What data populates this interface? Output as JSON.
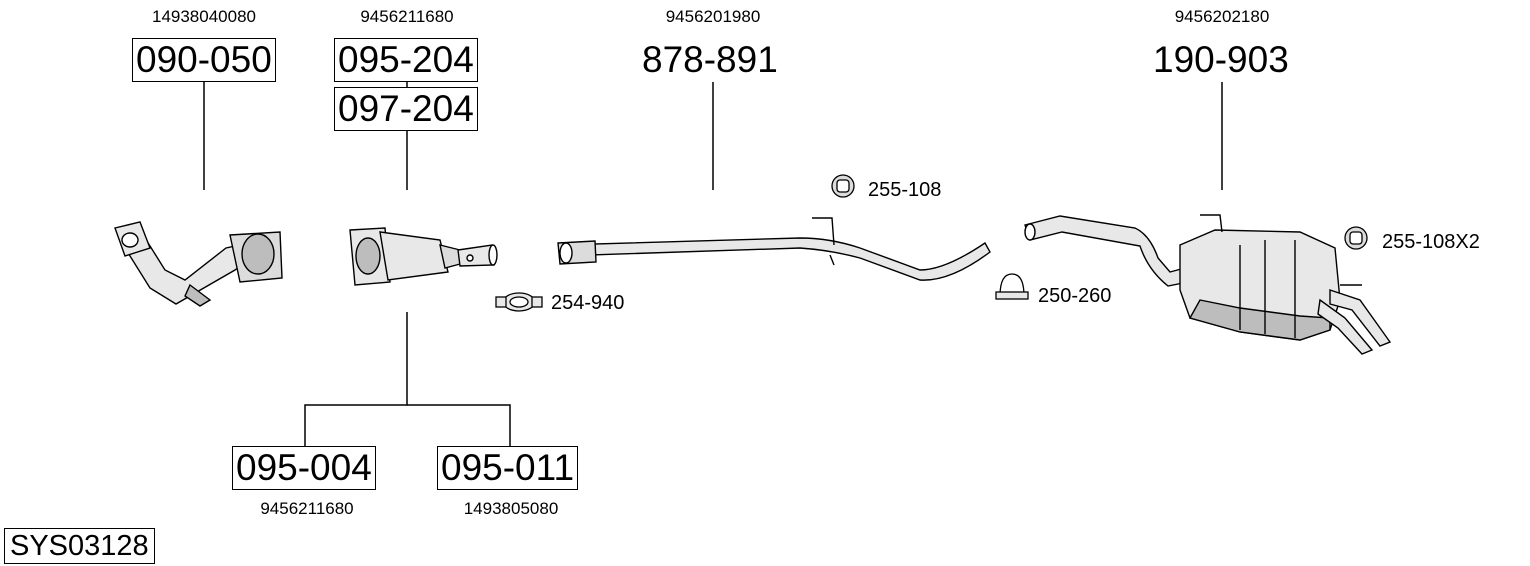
{
  "system_code": "SYS03128",
  "parts": [
    {
      "id": "090-050",
      "oem": "14938040080",
      "boxed": true
    },
    {
      "id": "095-204",
      "oem": "9456211680",
      "boxed": true
    },
    {
      "id": "097-204",
      "boxed": true
    },
    {
      "id": "878-891",
      "oem": "9456201980",
      "boxed": false
    },
    {
      "id": "190-903",
      "oem": "9456202180",
      "boxed": false
    },
    {
      "id": "095-004",
      "oem": "9456211680",
      "boxed": true
    },
    {
      "id": "095-011",
      "oem": "1493805080",
      "boxed": true
    }
  ],
  "accessories": [
    {
      "id": "255-108",
      "icon": "rubber-hanger-icon"
    },
    {
      "id": "254-940",
      "icon": "band-clamp-icon"
    },
    {
      "id": "250-260",
      "icon": "u-bolt-clamp-icon"
    },
    {
      "id": "255-108X2",
      "icon": "rubber-hanger-icon"
    }
  ],
  "colors": {
    "line": "#000000",
    "part_fill": "#e8e8e8",
    "part_shade": "#bdbdbd"
  }
}
